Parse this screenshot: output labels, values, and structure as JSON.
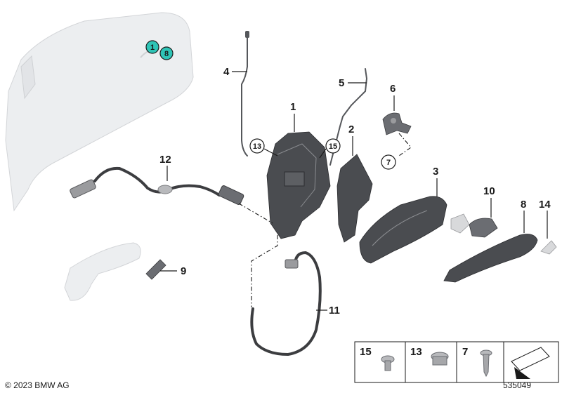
{
  "callouts": {
    "c1": "1",
    "c2": "2",
    "c3": "3",
    "c4": "4",
    "c5": "5",
    "c6": "6",
    "c7": "7",
    "c8": "8",
    "c9": "9",
    "c10": "10",
    "c11": "11",
    "c12": "12",
    "c14": "14",
    "c13_circle": "13",
    "c15_circle": "15",
    "door_badge_1": "1",
    "door_badge_8": "8"
  },
  "screw_table": {
    "col1": "15",
    "col2": "13",
    "col3": "7"
  },
  "footer": {
    "copyright": "© 2023 BMW AG",
    "drawing_number": "535049"
  },
  "colors": {
    "badge_fill": "#2ec4b6",
    "ghost_part": "#eceef0",
    "part_dark": "#4a4c50"
  }
}
